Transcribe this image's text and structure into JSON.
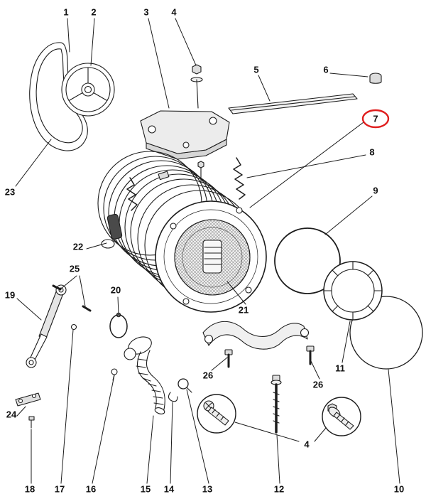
{
  "diagram": {
    "ink": "#1c1c1c",
    "highlight": {
      "part": "7",
      "color": "#e01e1e"
    },
    "labels": [
      {
        "id": "part-1",
        "text": "1"
      },
      {
        "id": "part-2",
        "text": "2"
      },
      {
        "id": "part-3",
        "text": "3"
      },
      {
        "id": "part-4-top",
        "text": "4"
      },
      {
        "id": "part-5",
        "text": "5"
      },
      {
        "id": "part-6",
        "text": "6"
      },
      {
        "id": "part-7",
        "text": "7"
      },
      {
        "id": "part-8",
        "text": "8"
      },
      {
        "id": "part-9",
        "text": "9"
      },
      {
        "id": "part-23",
        "text": "23"
      },
      {
        "id": "part-22",
        "text": "22"
      },
      {
        "id": "part-25",
        "text": "25"
      },
      {
        "id": "part-20",
        "text": "20"
      },
      {
        "id": "part-19",
        "text": "19"
      },
      {
        "id": "part-21",
        "text": "21"
      },
      {
        "id": "part-11",
        "text": "11"
      },
      {
        "id": "part-26-left",
        "text": "26"
      },
      {
        "id": "part-26-right",
        "text": "26"
      },
      {
        "id": "part-24",
        "text": "24"
      },
      {
        "id": "part-4-bottom",
        "text": "4"
      },
      {
        "id": "part-18",
        "text": "18"
      },
      {
        "id": "part-17",
        "text": "17"
      },
      {
        "id": "part-16",
        "text": "16"
      },
      {
        "id": "part-15",
        "text": "15"
      },
      {
        "id": "part-14",
        "text": "14"
      },
      {
        "id": "part-13",
        "text": "13"
      },
      {
        "id": "part-12",
        "text": "12"
      },
      {
        "id": "part-10",
        "text": "10"
      }
    ]
  }
}
